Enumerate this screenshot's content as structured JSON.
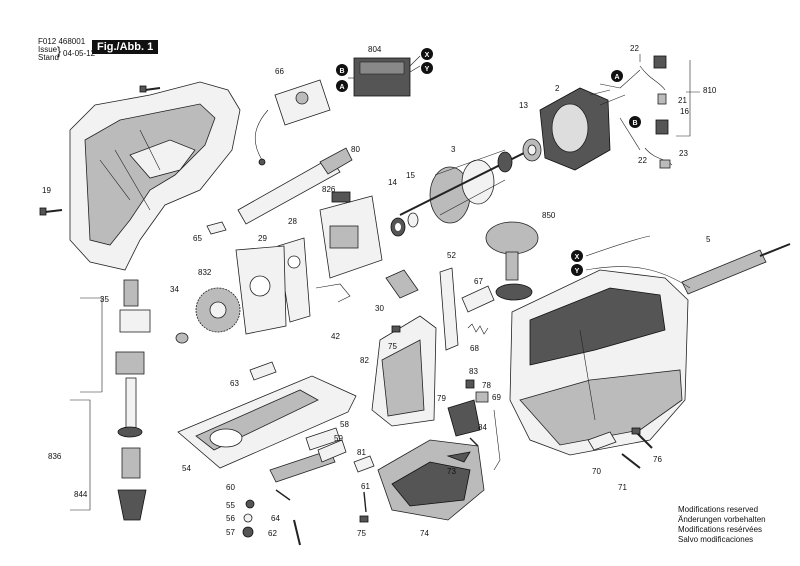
{
  "header": {
    "doc_no": "F012 468001",
    "issue_label": "Issue",
    "stand_label": "Stand",
    "date": "04-05-12",
    "figure": "Fig./Abb. 1"
  },
  "callouts": {
    "A": "A",
    "B": "B",
    "X": "X",
    "Y": "Y"
  },
  "parts": {
    "p2": "2",
    "p3": "3",
    "p5": "5",
    "p13": "13",
    "p14": "14",
    "p15": "15",
    "p16": "16",
    "p19": "19",
    "p21": "21",
    "p22a": "22",
    "p22b": "22",
    "p23": "23",
    "p28": "28",
    "p29": "29",
    "p30": "30",
    "p34": "34",
    "p35": "35",
    "p42": "42",
    "p52": "52",
    "p54": "54",
    "p55": "55",
    "p56": "56",
    "p57": "57",
    "p58": "58",
    "p59": "59",
    "p60": "60",
    "p61": "61",
    "p62": "62",
    "p63": "63",
    "p64": "64",
    "p65": "65",
    "p66": "66",
    "p67": "67",
    "p68": "68",
    "p69": "69",
    "p70": "70",
    "p71": "71",
    "p73": "73",
    "p74": "74",
    "p75a": "75",
    "p75b": "75",
    "p76": "76",
    "p78": "78",
    "p79": "79",
    "p80": "80",
    "p81": "81",
    "p82": "82",
    "p83": "83",
    "p84": "84",
    "p804": "804",
    "p810": "810",
    "p826": "826",
    "p832": "832",
    "p836": "836",
    "p844": "844",
    "p850": "850"
  },
  "footer": {
    "line1": "Modifications reserved",
    "line2": "Änderungen vorbehalten",
    "line3": "Modifications resérvées",
    "line4": "Salvo modificaciones"
  }
}
